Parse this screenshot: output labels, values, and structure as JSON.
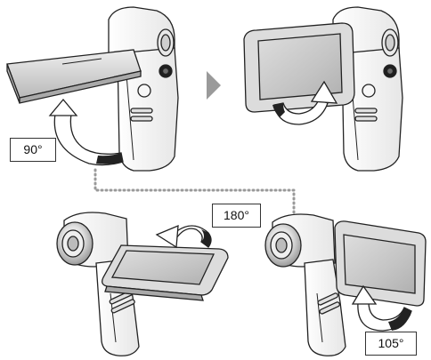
{
  "labels": {
    "angle_90": "90°",
    "angle_180": "180°",
    "angle_105": "105°"
  },
  "icons": {
    "step_arrow": "right-triangle-arrow-icon",
    "rotate_arrow": "curved-rotate-arrow-icon",
    "camera": "camcorder-icon"
  },
  "colors": {
    "line": "#222222",
    "camera_body": "#f4f4f4",
    "screen_frame": "#dcdcdc",
    "screen": "#c8c8c8",
    "step_arrow": "#9a9a9a",
    "dotted_connector": "#999999"
  }
}
